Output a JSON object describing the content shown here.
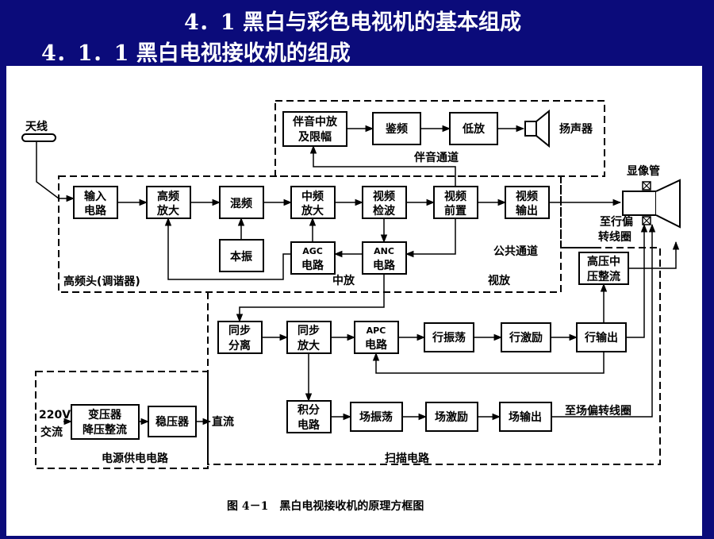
{
  "header": {
    "title": "4．1 黑白与彩色电视机的基本组成",
    "subtitle": "4．1．1 黑白电视接收机的组成"
  },
  "diagram": {
    "blocks": {
      "input": [
        "输入",
        "电路"
      ],
      "rf_amp": [
        "高频",
        "放大"
      ],
      "mixer": "混频",
      "local_osc": "本振",
      "if_amp": [
        "中频",
        "放大"
      ],
      "video_det": [
        "视频",
        "检波"
      ],
      "video_pre": [
        "视频",
        "前置"
      ],
      "video_out": [
        "视频",
        "输出"
      ],
      "agc": [
        "AGC",
        "电路"
      ],
      "anc": [
        "ANC",
        "电路"
      ],
      "sound_if": [
        "伴音中放",
        "及限幅"
      ],
      "fm_det": "鉴频",
      "audio_amp": "低放",
      "sync_sep": [
        "同步",
        "分离"
      ],
      "sync_amp": [
        "同步",
        "放大"
      ],
      "apc": [
        "APC",
        "电路"
      ],
      "h_osc": "行振荡",
      "h_drive": "行激励",
      "h_out": "行输出",
      "hv_rect": [
        "高压中",
        "压整流"
      ],
      "integrator": [
        "积分",
        "电路"
      ],
      "v_osc": "场振荡",
      "v_drive": "场激励",
      "v_out": "场输出",
      "transformer": [
        "变压器",
        "降压整流"
      ],
      "regulator": "稳压器"
    },
    "labels": {
      "antenna": "天线",
      "speaker": "扬声器",
      "sound_channel": "伴音通道",
      "crt": "显像管",
      "h_yoke": [
        "至行偏",
        "转线圈"
      ],
      "common_channel": "公共通道",
      "tuner": "高频头(调谐器)",
      "if_section": "中放",
      "video_section": "视放",
      "ac_input": [
        "220V",
        "交流"
      ],
      "dc": "直流",
      "v_yoke": "至场偏转线圈",
      "power_supply": "电源供电电路",
      "scan_circuit": "扫描电路"
    },
    "caption": "图 4－1　黑白电视接收机的原理方框图"
  }
}
